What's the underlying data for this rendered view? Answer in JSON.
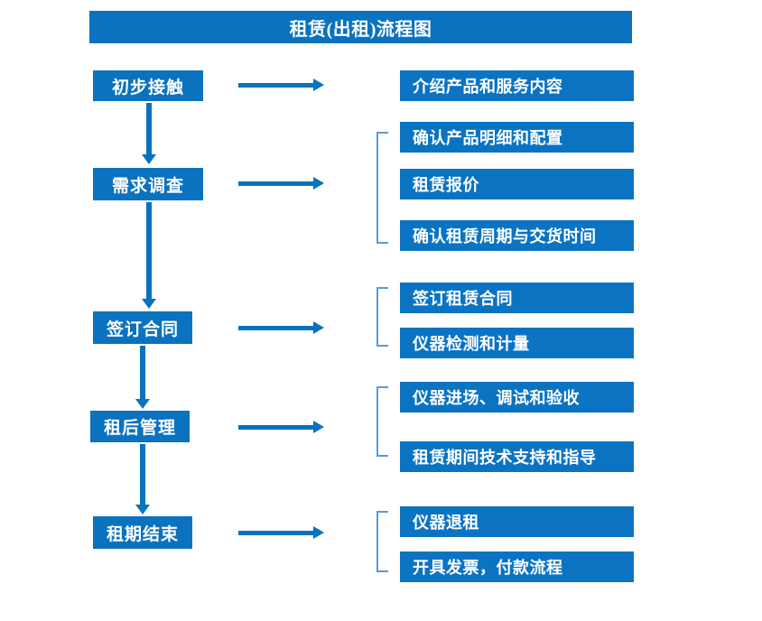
{
  "title": "租赁(出租)流程图",
  "theme": {
    "primary_blue": "#0A72BE",
    "box_blue": "#0B74C2",
    "bracket_blue": "#5B9BD5",
    "text_color": "#FFFFFF",
    "background": "#FFFFFF"
  },
  "stages": [
    {
      "label": "初步接触"
    },
    {
      "label": "需求调查"
    },
    {
      "label": "签订合同"
    },
    {
      "label": "租后管理"
    },
    {
      "label": "租期结束"
    }
  ],
  "task_groups": [
    {
      "stage": "初步接触",
      "has_bracket": false,
      "tasks": [
        {
          "label": "介绍产品和服务内容"
        }
      ]
    },
    {
      "stage": "需求调查",
      "has_bracket": true,
      "tasks": [
        {
          "label": "确认产品明细和配置"
        },
        {
          "label": "租赁报价"
        },
        {
          "label": "确认租赁周期与交货时间"
        }
      ]
    },
    {
      "stage": "签订合同",
      "has_bracket": true,
      "tasks": [
        {
          "label": "签订租赁合同"
        },
        {
          "label": "仪器检测和计量"
        }
      ]
    },
    {
      "stage": "租后管理",
      "has_bracket": true,
      "tasks": [
        {
          "label": "仪器进场、调试和验收"
        },
        {
          "label": "租赁期间技术支持和指导"
        }
      ]
    },
    {
      "stage": "租期结束",
      "has_bracket": true,
      "tasks": [
        {
          "label": "仪器退租"
        },
        {
          "label": "开具发票，付款流程"
        }
      ]
    }
  ],
  "connectors": {
    "stage_to_task_arrows": 5,
    "stage_to_stage_arrows": 4
  }
}
